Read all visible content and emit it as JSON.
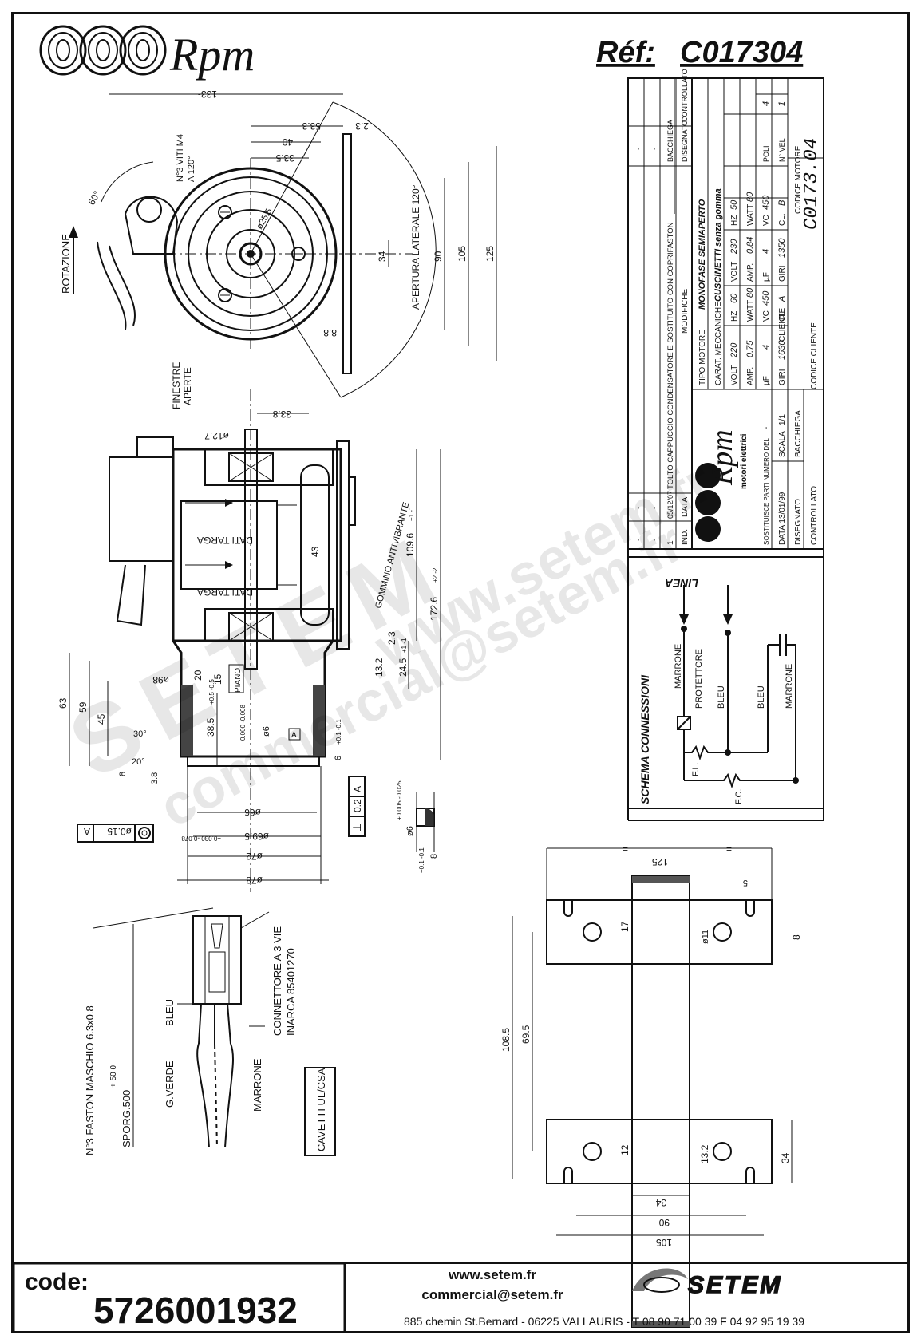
{
  "header": {
    "brand": "Rpm",
    "ref_label": "Réf:",
    "ref_value": "C017304"
  },
  "title_block": {
    "modifiche_rows": [
      {
        "ind": "1",
        "data": "05/12/07",
        "text": "TOLTO CAPPUCCIO CONDENSATORE E SOSTITUITO CON COPRIFASTON"
      },
      {
        "ind": "-",
        "data": "-",
        "text": "-"
      },
      {
        "ind": "-",
        "data": "-",
        "text": "-"
      },
      {
        "ind": "-",
        "data": "-",
        "text": "-"
      }
    ],
    "col_ind": "IND.",
    "col_data": "DATA",
    "col_modifiche": "MODIFICHE",
    "col_disegnato": "DISEGNATO",
    "col_controllato": "CONTROLLATO",
    "disegnato_name": "BACCHIEGA",
    "tipo_motore_label": "TIPO MOTORE",
    "tipo_motore": "MONOFASE SEMIAPERTO",
    "carat_label": "CARAT. MECCANICHE",
    "carat": "CUSCINETTI senza gomma",
    "specs_left": [
      {
        "k": "VOLT",
        "v": "220",
        "k2": "HZ",
        "v2": "60"
      },
      {
        "k": "AMP.",
        "v": "0.75",
        "k2": "WATT",
        "v2": "80"
      },
      {
        "k": "µF",
        "v": "4",
        "k2": "VC",
        "v2": "450"
      },
      {
        "k": "GIRI",
        "v": "1630",
        "k2": "CL.",
        "v2": "A"
      }
    ],
    "specs_right": [
      {
        "k": "VOLT",
        "v": "230",
        "k2": "HZ",
        "v2": "50"
      },
      {
        "k": "AMP.",
        "v": "0.84",
        "k2": "WATT",
        "v2": "80"
      },
      {
        "k": "µF",
        "v": "4",
        "k2": "VC",
        "v2": "450"
      },
      {
        "k": "GIRI",
        "v": "1350",
        "k2": "CL.",
        "v2": "B"
      }
    ],
    "poli_label": "POLI",
    "poli": "4",
    "nvel_label": "N° VEL",
    "nvel": "1",
    "codice_motore_label": "CODICE MOTORE",
    "codice_motore": "C0173.04",
    "cliente_label": "CLIENTE",
    "codice_cliente_label": "CODICE CLIENTE",
    "company": "Rpm",
    "company_sub": "motori elettrici",
    "sostituisce_label": "SOSTITUISCE PARTI NUMERO DEL",
    "sostituisce_value": "-",
    "data_label": "DATA 13/01/99",
    "scala_label": "SCALA",
    "scala_value": "1/1",
    "disegnato_label": "DISEGNATO",
    "disegnato_value": "BACCHIEGA",
    "controllato_label": "CONTROLLATO"
  },
  "schema": {
    "title": "SCHEMA CONNESSIONI",
    "linea": "LINEA",
    "marrone": "MARRONE",
    "protettore": "PROTETTORE",
    "bleu": "BLEU",
    "bleu2": "BLEU",
    "marrone2": "MARRONE",
    "fl": "F.L.",
    "fc": "F.C."
  },
  "front_view": {
    "d133": "133~",
    "d53_3": "53.3",
    "d2_3": "2.3",
    "d40": "40",
    "d33_5": "33.5",
    "viti": "N°3 VITI M4",
    "a120": "A 120°",
    "d25_5": "ø25.5",
    "d34": "34",
    "d90": "90",
    "d105": "105",
    "d125": "125",
    "d8_8": "8.8",
    "apertura": "APERTURA LATERALE 120°",
    "rotazione": "ROTAZIONE",
    "d60": "60°",
    "finestre": "FINESTRE",
    "aperte": "APERTE"
  },
  "side_view": {
    "d33_8": "33.8",
    "d12_7": "ø12.7",
    "dati_targa": "DATI TARGA",
    "d43": "43",
    "d109_6": "109.6",
    "tol109": "+1 -1",
    "d172_6": "172.6",
    "tol172": "+2 -2",
    "gommino": "GOMMINO ANTIVIBRANTE",
    "d2_3": "2.3",
    "d13_2": "13.2",
    "d24_5": "24.5",
    "tol24": "+1 -1",
    "d63": "63",
    "d59": "59",
    "d45": "45",
    "d20": "20",
    "d15": "15",
    "piano": "PIANO",
    "d38_5": "38.5",
    "tol38": "+0.5 -0.5",
    "d98": "ø98",
    "d6": "ø6",
    "tol6": "0.000 -0.008",
    "d6b": "6",
    "tol6b": "+0.1 -0.1",
    "d30": "30°",
    "d20deg": "20°",
    "d8": "8",
    "d3_8": "3.8",
    "ref_a": "A",
    "d66": "ø66",
    "d69_5": "ø69.5",
    "tol69": "+0.030 -0.078",
    "d72": "ø72",
    "d78": "ø78",
    "perp_sym": "⊥",
    "perp_val": "0.2",
    "perp_ref": "A",
    "conc_sym": "◎",
    "conc_val": "ø0.15",
    "conc_ref": "A",
    "shaft_d": "ø6",
    "shaft_tol": "+0.005 -0.025",
    "shaft_len": "8",
    "shaft_len_tol": "+0.1 -0.1"
  },
  "connector": {
    "faston": "N°3 FASTON MASCHIO 6.3x0.8",
    "connettore": "CONNETTORE A 3 VIE",
    "inarca": "INARCA 85401270",
    "bleu": "BLEU",
    "gverde": "G.VERDE",
    "marrone": "MARRONE",
    "sporg": "SPORG.500",
    "tol": "+ 50  0",
    "cavetti": "CAVETTI UL/CSA"
  },
  "bracket": {
    "d125": "125",
    "eq": "=",
    "d5": "5",
    "d17": "17",
    "d11": "ø11",
    "d8": "8",
    "d108_5": "108.5",
    "d69_5": "69.5",
    "d12": "12",
    "d13_2": "13.2",
    "d34": "34",
    "d34b": "34",
    "d90": "90",
    "d105": "105"
  },
  "watermark": {
    "line1": "www.setem.fr",
    "line2": "SETEM",
    "line3": "commercial@setem.fr"
  },
  "footer": {
    "code_label": "code:",
    "code_value": "5726001932",
    "web": "www.setem.fr",
    "email": "commercial@setem.fr",
    "company_logo": "SETEM",
    "address": "885 chemin St.Bernard  -  06225 VALLAURIS  -  T 08 90 71 00 39   F 04 92 95 19 39"
  }
}
